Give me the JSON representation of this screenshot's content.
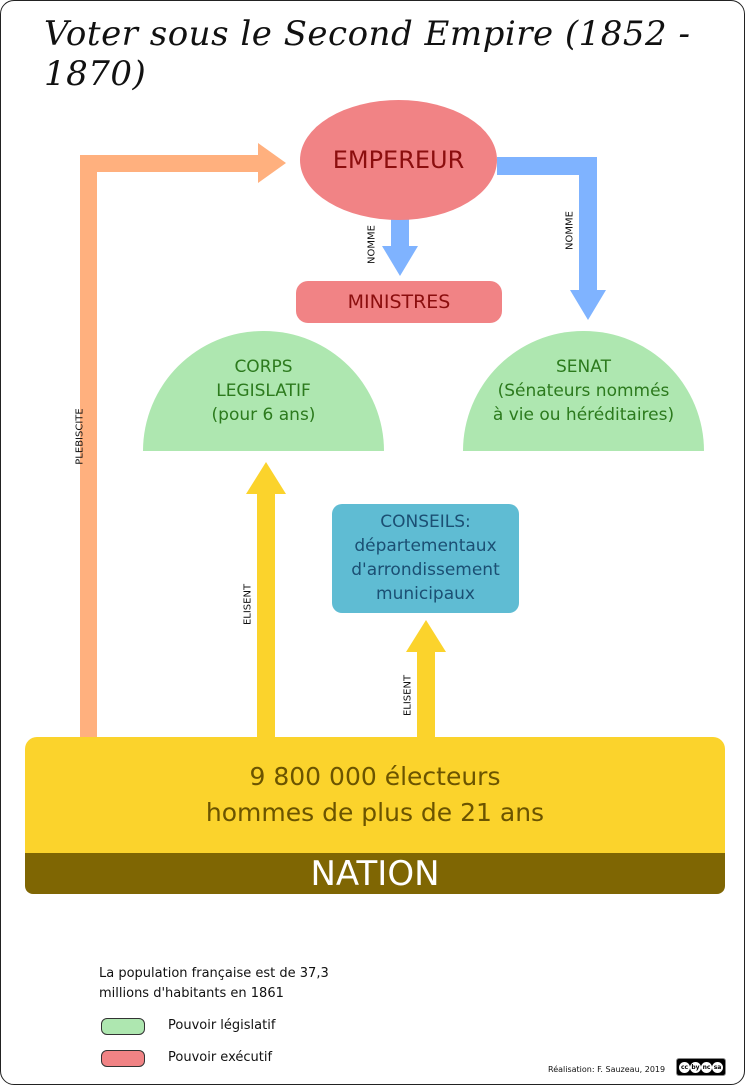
{
  "title": "Voter sous le Second Empire (1852 - 1870)",
  "nodes": {
    "empereur": "EMPEREUR",
    "ministres": "MINISTRES",
    "corps": [
      "CORPS",
      "LEGISLATIF",
      "(pour 6 ans)"
    ],
    "senat": [
      "SENAT",
      "(Sénateurs nommés",
      "à vie ou héréditaires)"
    ],
    "conseils": [
      "CONSEILS:",
      "départementaux",
      "d'arrondissement",
      "municipaux"
    ],
    "electeurs": [
      "9 800 000 électeurs",
      "hommes de plus de 21 ans"
    ],
    "nation": "NATION"
  },
  "edges": {
    "nomme_ministres": "NOMME",
    "nomme_senat": "NOMME",
    "plebiscite": "PLEBISCITE",
    "elisent_corps": "ELISENT",
    "elisent_conseils": "ELISENT"
  },
  "legend": {
    "note": [
      "La population française est de 37,3",
      "millions d'habitants en 1861"
    ],
    "items": [
      {
        "label": "Pouvoir législatif",
        "color": "#aee7b0"
      },
      {
        "label": "Pouvoir exécutif",
        "color": "#f18385"
      }
    ]
  },
  "credit": "Réalisation: F. Sauzeau, 2019",
  "license_icons": [
    "cc",
    "by",
    "nc",
    "sa"
  ],
  "colors": {
    "executive": "#f18385",
    "legislative": "#aee7b0",
    "councils": "#5fbcd3",
    "nation": "#fbd32c",
    "nation_bar": "#7f6603",
    "arrow_plebiscite": "#ffb07e",
    "arrow_nomme": "#7fb3ff",
    "arrow_elisent": "#fbd32c"
  }
}
